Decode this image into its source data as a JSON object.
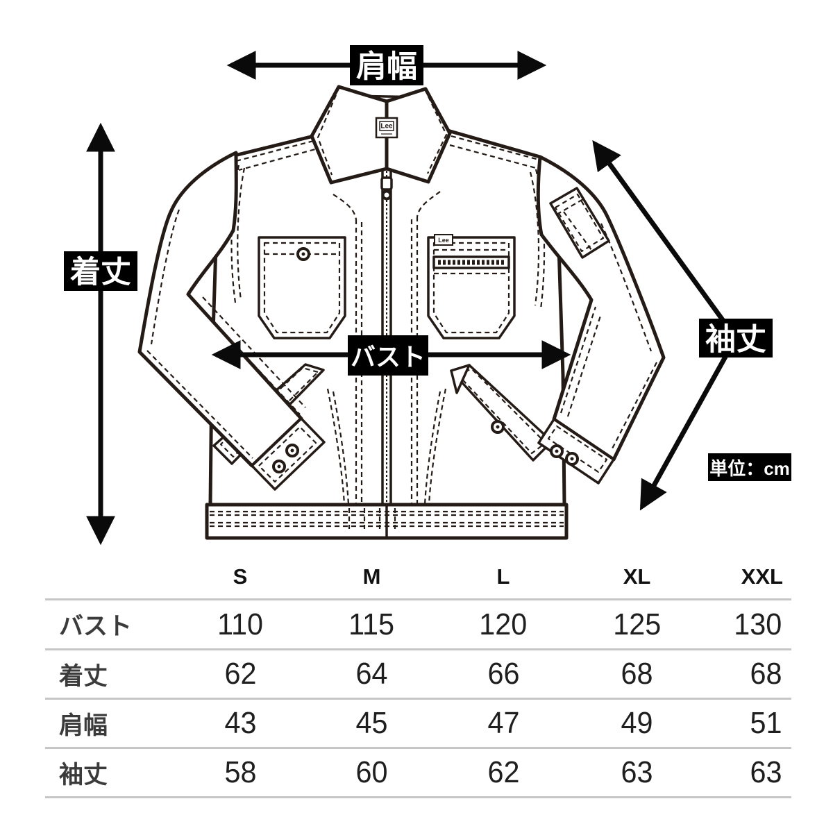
{
  "diagram": {
    "labels": {
      "shoulder": "肩幅",
      "length": "着丈",
      "bust": "バスト",
      "sleeve": "袖丈"
    },
    "unit_label": "単位：cm",
    "neck_brand": "Lee",
    "pocket_brand": "Lee"
  },
  "size_table": {
    "columns": [
      "S",
      "M",
      "L",
      "XL",
      "XXL"
    ],
    "rows": [
      {
        "label": "バスト",
        "values": [
          110,
          115,
          120,
          125,
          130
        ]
      },
      {
        "label": "着丈",
        "values": [
          62,
          64,
          66,
          68,
          68
        ]
      },
      {
        "label": "肩幅",
        "values": [
          43,
          45,
          47,
          49,
          51
        ]
      },
      {
        "label": "袖丈",
        "values": [
          58,
          60,
          62,
          63,
          63
        ]
      }
    ]
  },
  "colors": {
    "ink": "#241b16",
    "arrow": "#0a0a0a",
    "label_bg": "#000000",
    "label_text": "#ffffff",
    "table_rule": "#c6c6c6",
    "table_text": "#1f1f1f",
    "table_label": "#3b3b3b"
  }
}
